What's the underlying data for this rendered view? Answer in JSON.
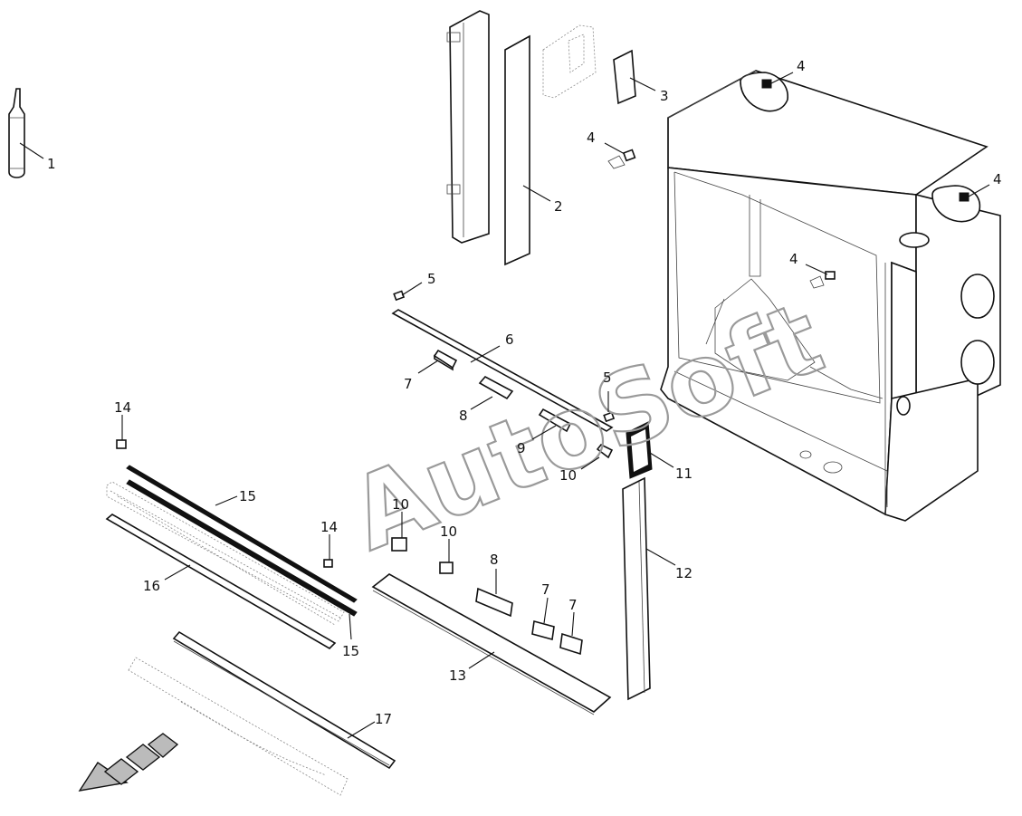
{
  "watermark": "AutoSoft",
  "callouts": [
    {
      "id": "c1",
      "label": "1"
    },
    {
      "id": "c2",
      "label": "2"
    },
    {
      "id": "c3",
      "label": "3"
    },
    {
      "id": "c4a",
      "label": "4"
    },
    {
      "id": "c4b",
      "label": "4"
    },
    {
      "id": "c4c",
      "label": "4"
    },
    {
      "id": "c4d",
      "label": "4"
    },
    {
      "id": "c5a",
      "label": "5"
    },
    {
      "id": "c5b",
      "label": "5"
    },
    {
      "id": "c6",
      "label": "6"
    },
    {
      "id": "c7a",
      "label": "7"
    },
    {
      "id": "c7b",
      "label": "7"
    },
    {
      "id": "c7c",
      "label": "7"
    },
    {
      "id": "c8a",
      "label": "8"
    },
    {
      "id": "c8b",
      "label": "8"
    },
    {
      "id": "c9",
      "label": "9"
    },
    {
      "id": "c10a",
      "label": "10"
    },
    {
      "id": "c10b",
      "label": "10"
    },
    {
      "id": "c10c",
      "label": "10"
    },
    {
      "id": "c11",
      "label": "11"
    },
    {
      "id": "c12",
      "label": "12"
    },
    {
      "id": "c13",
      "label": "13"
    },
    {
      "id": "c14a",
      "label": "14"
    },
    {
      "id": "c14b",
      "label": "14"
    },
    {
      "id": "c15a",
      "label": "15"
    },
    {
      "id": "c15b",
      "label": "15"
    },
    {
      "id": "c16",
      "label": "16"
    },
    {
      "id": "c17",
      "label": "17"
    }
  ]
}
